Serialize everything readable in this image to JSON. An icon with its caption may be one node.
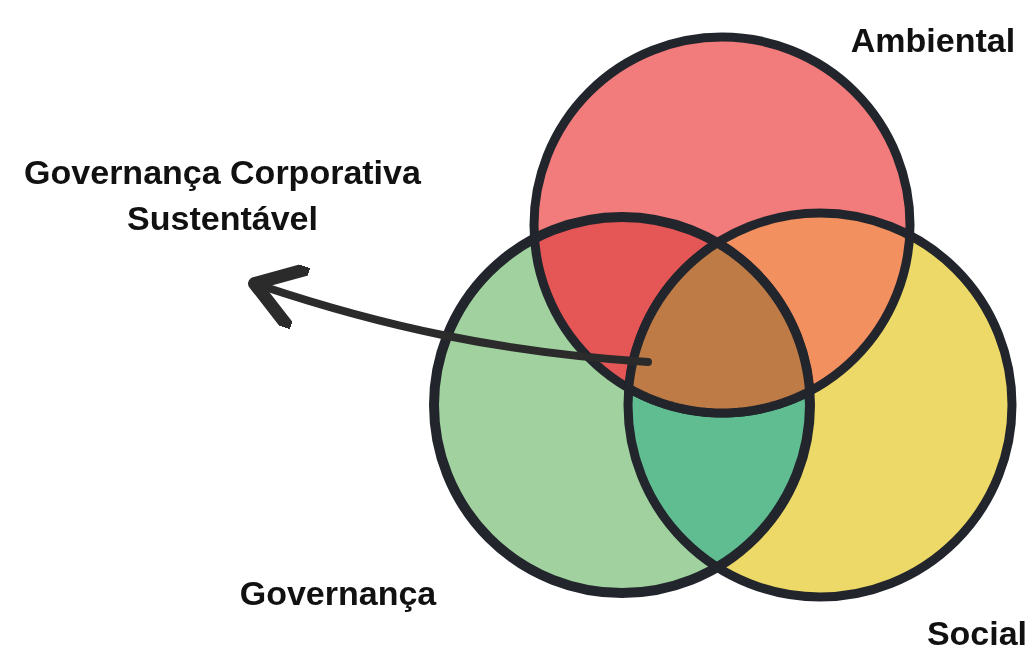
{
  "diagram": {
    "nodes": [
      {
        "text": [
          "Ambiental"
        ]
      },
      {
        "text": [
          "Governança"
        ]
      },
      {
        "text": [
          "Social"
        ]
      },
      {
        "text": [
          "Governança Corporativa Sustentável"
        ]
      },
      {
        "text": [],
        "shape": "region"
      }
    ],
    "edges": [
      {
        "from": 4,
        "to": 3,
        "arrow": "to"
      }
    ]
  }
}
